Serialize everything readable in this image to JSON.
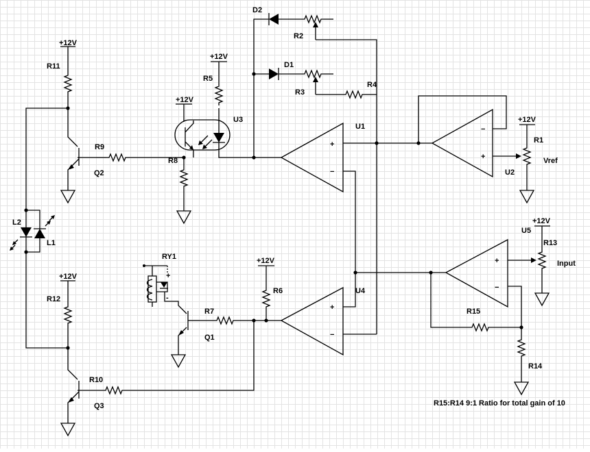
{
  "colors": {
    "wire": "#000000",
    "grid": "#e3e3e3",
    "background": "#ffffff"
  },
  "supply": "+12V",
  "components": {
    "R1": "R1",
    "R2": "R2",
    "R3": "R3",
    "R4": "R4",
    "R5": "R5",
    "R6": "R6",
    "R7": "R7",
    "R8": "R8",
    "R9": "R9",
    "R10": "R10",
    "R11": "R11",
    "R12": "R12",
    "R13": "R13",
    "R14": "R14",
    "R15": "R15",
    "D1": "D1",
    "D2": "D2",
    "L1": "L1",
    "L2": "L2",
    "Q1": "Q1",
    "Q2": "Q2",
    "Q3": "Q3",
    "U1": "U1",
    "U2": "U2",
    "U3": "U3",
    "U4": "U4",
    "U5": "U5",
    "RY1": "RY1"
  },
  "net_labels": {
    "vref": "Vref",
    "input": "Input"
  },
  "opamp_pins": {
    "plus": "+",
    "minus": "−"
  },
  "relay_pins": {
    "plus": "+",
    "minus": "-"
  },
  "note": "R15:R14 9:1 Ratio for total gain of 10"
}
